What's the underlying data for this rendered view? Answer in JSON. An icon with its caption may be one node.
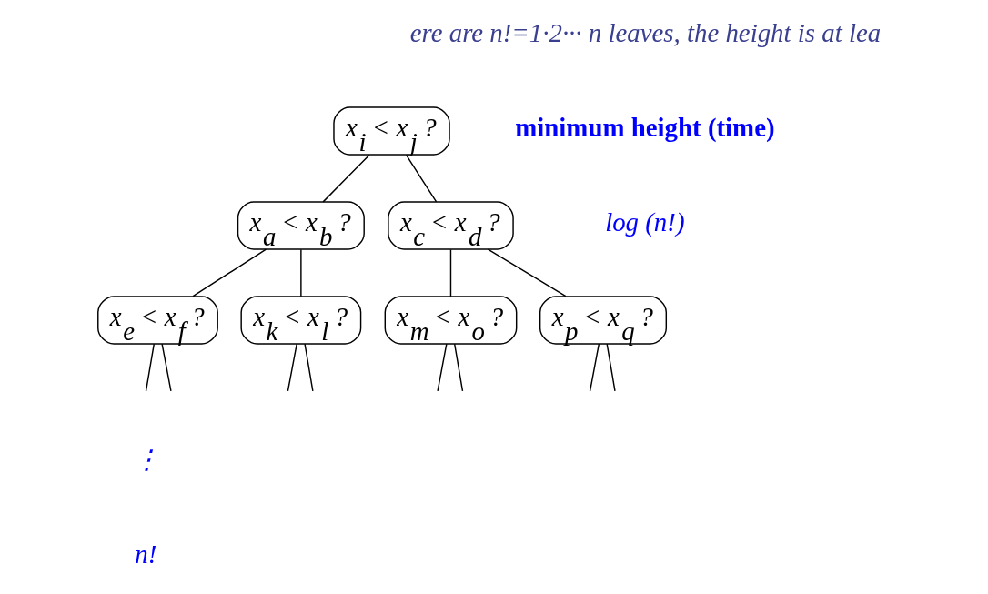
{
  "diagram": {
    "nodes": [
      {
        "text": [
          "x$_{i}$ < x$_{j}$ ?"
        ]
      },
      {
        "text": [
          "x$_{a}$ < x$_{b}$ ?"
        ]
      },
      {
        "text": [
          "x$_{c}$ < x$_{d}$ ?"
        ]
      },
      {
        "text": [
          "x$_{e}$ < x$_{f}$ ?"
        ]
      },
      {
        "text": [
          "x$_{k}$ < x$_{l}$ ?"
        ]
      },
      {
        "text": [
          "x$_{m}$ < x$_{o}$ ?"
        ]
      },
      {
        "text": [
          "x$_{p}$ < x$_{q}$ ?"
        ]
      }
    ],
    "edges": [
      {
        "from": 0,
        "to": 1,
        "arrow": "none"
      },
      {
        "from": 0,
        "to": 2,
        "arrow": "none"
      },
      {
        "from": 1,
        "to": 3,
        "arrow": "none"
      },
      {
        "from": 1,
        "to": 4,
        "arrow": "none"
      },
      {
        "from": 2,
        "to": 5,
        "arrow": "none"
      },
      {
        "from": 2,
        "to": 6,
        "arrow": "none"
      },
      {
        "from": 3,
        "to": null,
        "arrow": "none"
      },
      {
        "from": 3,
        "to": null,
        "arrow": "none"
      },
      {
        "from": 4,
        "to": null,
        "arrow": "none"
      },
      {
        "from": 4,
        "to": null,
        "arrow": "none"
      },
      {
        "from": 5,
        "to": null,
        "arrow": "none"
      },
      {
        "from": 5,
        "to": null,
        "arrow": "none"
      },
      {
        "from": 6,
        "to": null,
        "arrow": "none"
      },
      {
        "from": 6,
        "to": null,
        "arrow": "none"
      }
    ],
    "labels": [
      "ere are n!=1·2··· n leaves, the height is at lea",
      "minimum height (time)",
      "log (n!)",
      "⋮",
      "n!"
    ]
  }
}
